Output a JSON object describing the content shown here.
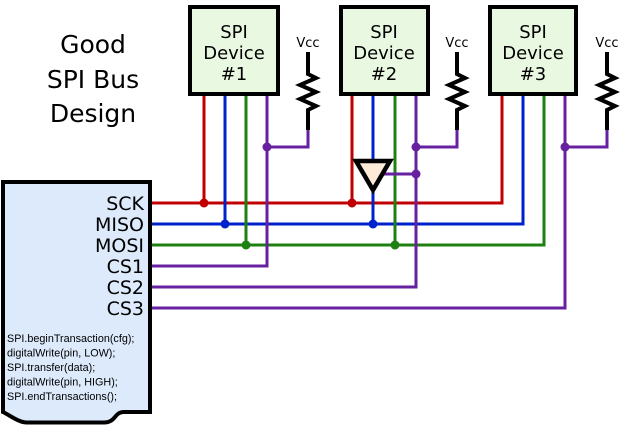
{
  "title": {
    "lines": [
      "Good",
      "SPI Bus",
      "Design"
    ]
  },
  "devices": [
    {
      "lines": [
        "SPI",
        "Device",
        "#1"
      ]
    },
    {
      "lines": [
        "SPI",
        "Device",
        "#2"
      ]
    },
    {
      "lines": [
        "SPI",
        "Device",
        "#3"
      ]
    }
  ],
  "power": {
    "vcc_label": "Vcc"
  },
  "mcu": {
    "signals": [
      {
        "label": "SCK",
        "color": "#c00000"
      },
      {
        "label": "MISO",
        "color": "#0022cc"
      },
      {
        "label": "MOSI",
        "color": "#1e8010"
      },
      {
        "label": "CS1",
        "color": "#6620a0"
      },
      {
        "label": "CS2",
        "color": "#6620a0"
      },
      {
        "label": "CS3",
        "color": "#6620a0"
      }
    ],
    "code_lines": [
      "SPI.beginTransaction(cfg);",
      "digitalWrite(pin, LOW);",
      "SPI.transfer(data);",
      "digitalWrite(pin, HIGH);",
      "SPI.endTransactions();"
    ]
  },
  "colors": {
    "sck": "#c00000",
    "miso": "#0022cc",
    "mosi": "#1e8010",
    "cs": "#6620a0",
    "outline": "#000000",
    "device_fill": "#e9f8e1",
    "mcu_fill": "#dceafb",
    "buffer_fill": "#fdead8",
    "background": "#ffffff"
  }
}
